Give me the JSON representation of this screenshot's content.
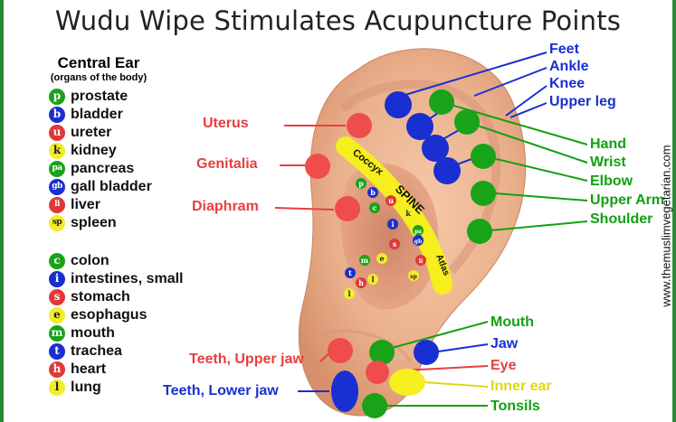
{
  "title": "Wudu Wipe Stimulates Acupuncture Points",
  "legend": {
    "heading": "Central Ear",
    "subheading": "(organs of the body)",
    "items": [
      {
        "abbr": "p",
        "label": "prostate",
        "color": "#18a318"
      },
      {
        "abbr": "b",
        "label": "bladder",
        "color": "#1a2fd1"
      },
      {
        "abbr": "u",
        "label": "ureter",
        "color": "#e03838"
      },
      {
        "abbr": "k",
        "label": "kidney",
        "color": "#f2ec2a"
      },
      {
        "abbr": "pa",
        "label": "pancreas",
        "color": "#18a318"
      },
      {
        "abbr": "gb",
        "label": "gall bladder",
        "color": "#1a2fd1"
      },
      {
        "abbr": "li",
        "label": "liver",
        "color": "#e03838"
      },
      {
        "abbr": "sp",
        "label": "spleen",
        "color": "#f2ec2a"
      },
      {
        "abbr": "c",
        "label": "colon",
        "color": "#18a318"
      },
      {
        "abbr": "i",
        "label": "intestines, small",
        "color": "#1a2fd1"
      },
      {
        "abbr": "s",
        "label": "stomach",
        "color": "#e03838"
      },
      {
        "abbr": "e",
        "label": "esophagus",
        "color": "#f2ec2a"
      },
      {
        "abbr": "m",
        "label": "mouth",
        "color": "#18a318"
      },
      {
        "abbr": "t",
        "label": "trachea",
        "color": "#1a2fd1"
      },
      {
        "abbr": "h",
        "label": "heart",
        "color": "#e03838"
      },
      {
        "abbr": "l",
        "label": "lung",
        "color": "#f2ec2a"
      }
    ]
  },
  "points": {
    "uterus": "Uterus",
    "genitalia": "Genitalia",
    "diaphram": "Diaphram",
    "teeth_upper": "Teeth, Upper jaw",
    "teeth_lower": "Teeth, Lower jaw",
    "feet": "Feet",
    "ankle": "Ankle",
    "knee": "Knee",
    "upper_leg": "Upper leg",
    "hand": "Hand",
    "wrist": "Wrist",
    "elbow": "Elbow",
    "upper_arm": "Upper Arm",
    "shoulder": "Shoulder",
    "mouth": "Mouth",
    "jaw": "Jaw",
    "eye": "Eye",
    "inner_ear": "Inner ear",
    "tonsils": "Tonsils"
  },
  "spine": {
    "coccyx": "Coccyx",
    "spine": "SPINE",
    "atlas": "Atlas"
  },
  "watermark": "www.themuslimvegetarian.com",
  "colors": {
    "red": "#e83f3f",
    "blue": "#1a2fd1",
    "green": "#12a012",
    "yellow": "#ddd816",
    "frame": "#2a8a35"
  }
}
